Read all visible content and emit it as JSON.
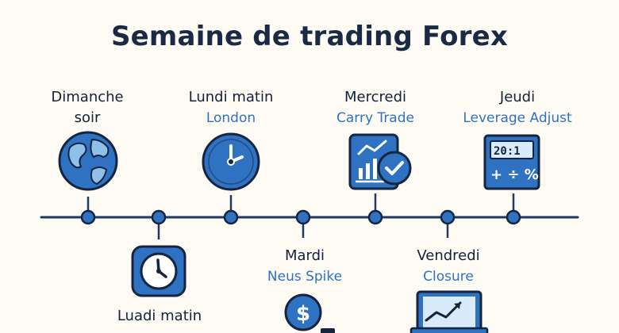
{
  "title": "Semaine de trading Forex",
  "colors": {
    "line": "#1f3a5f",
    "fill": "#2f72c2",
    "dark": "#15243f",
    "accent": "#2f72c2",
    "background": "#fdfbf3"
  },
  "events": [
    {
      "label": "Dimanche\nsoir",
      "sub": "",
      "icon": "globe-icon"
    },
    {
      "label": "Luadi matin",
      "sub": "",
      "icon": "clock-icon"
    },
    {
      "label": "Lundi matin",
      "sub": "London",
      "icon": "clock-icon"
    },
    {
      "label": "Mardi",
      "sub": "Neus Spike",
      "icon": "dollar-coin-icon"
    },
    {
      "label": "Mercredi",
      "sub": "Carry Trade",
      "icon": "chart-check-icon"
    },
    {
      "label": "Vendredi",
      "sub": "Closure",
      "icon": "laptop-chart-icon"
    },
    {
      "label": "Jeudi",
      "sub": "Leverage Adjust",
      "icon": "calculator-icon"
    }
  ],
  "calculator": {
    "ratio": "20:1",
    "symbols": "+ ÷ %"
  }
}
